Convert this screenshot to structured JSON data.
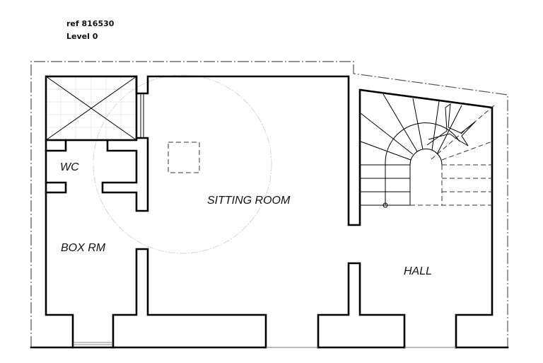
{
  "header": {
    "ref": "ref 816530",
    "level": "Level 0"
  },
  "rooms": {
    "wc": "WC",
    "sitting_room": "SITTING ROOM",
    "box_room": "BOX RM",
    "hall": "HALL"
  }
}
